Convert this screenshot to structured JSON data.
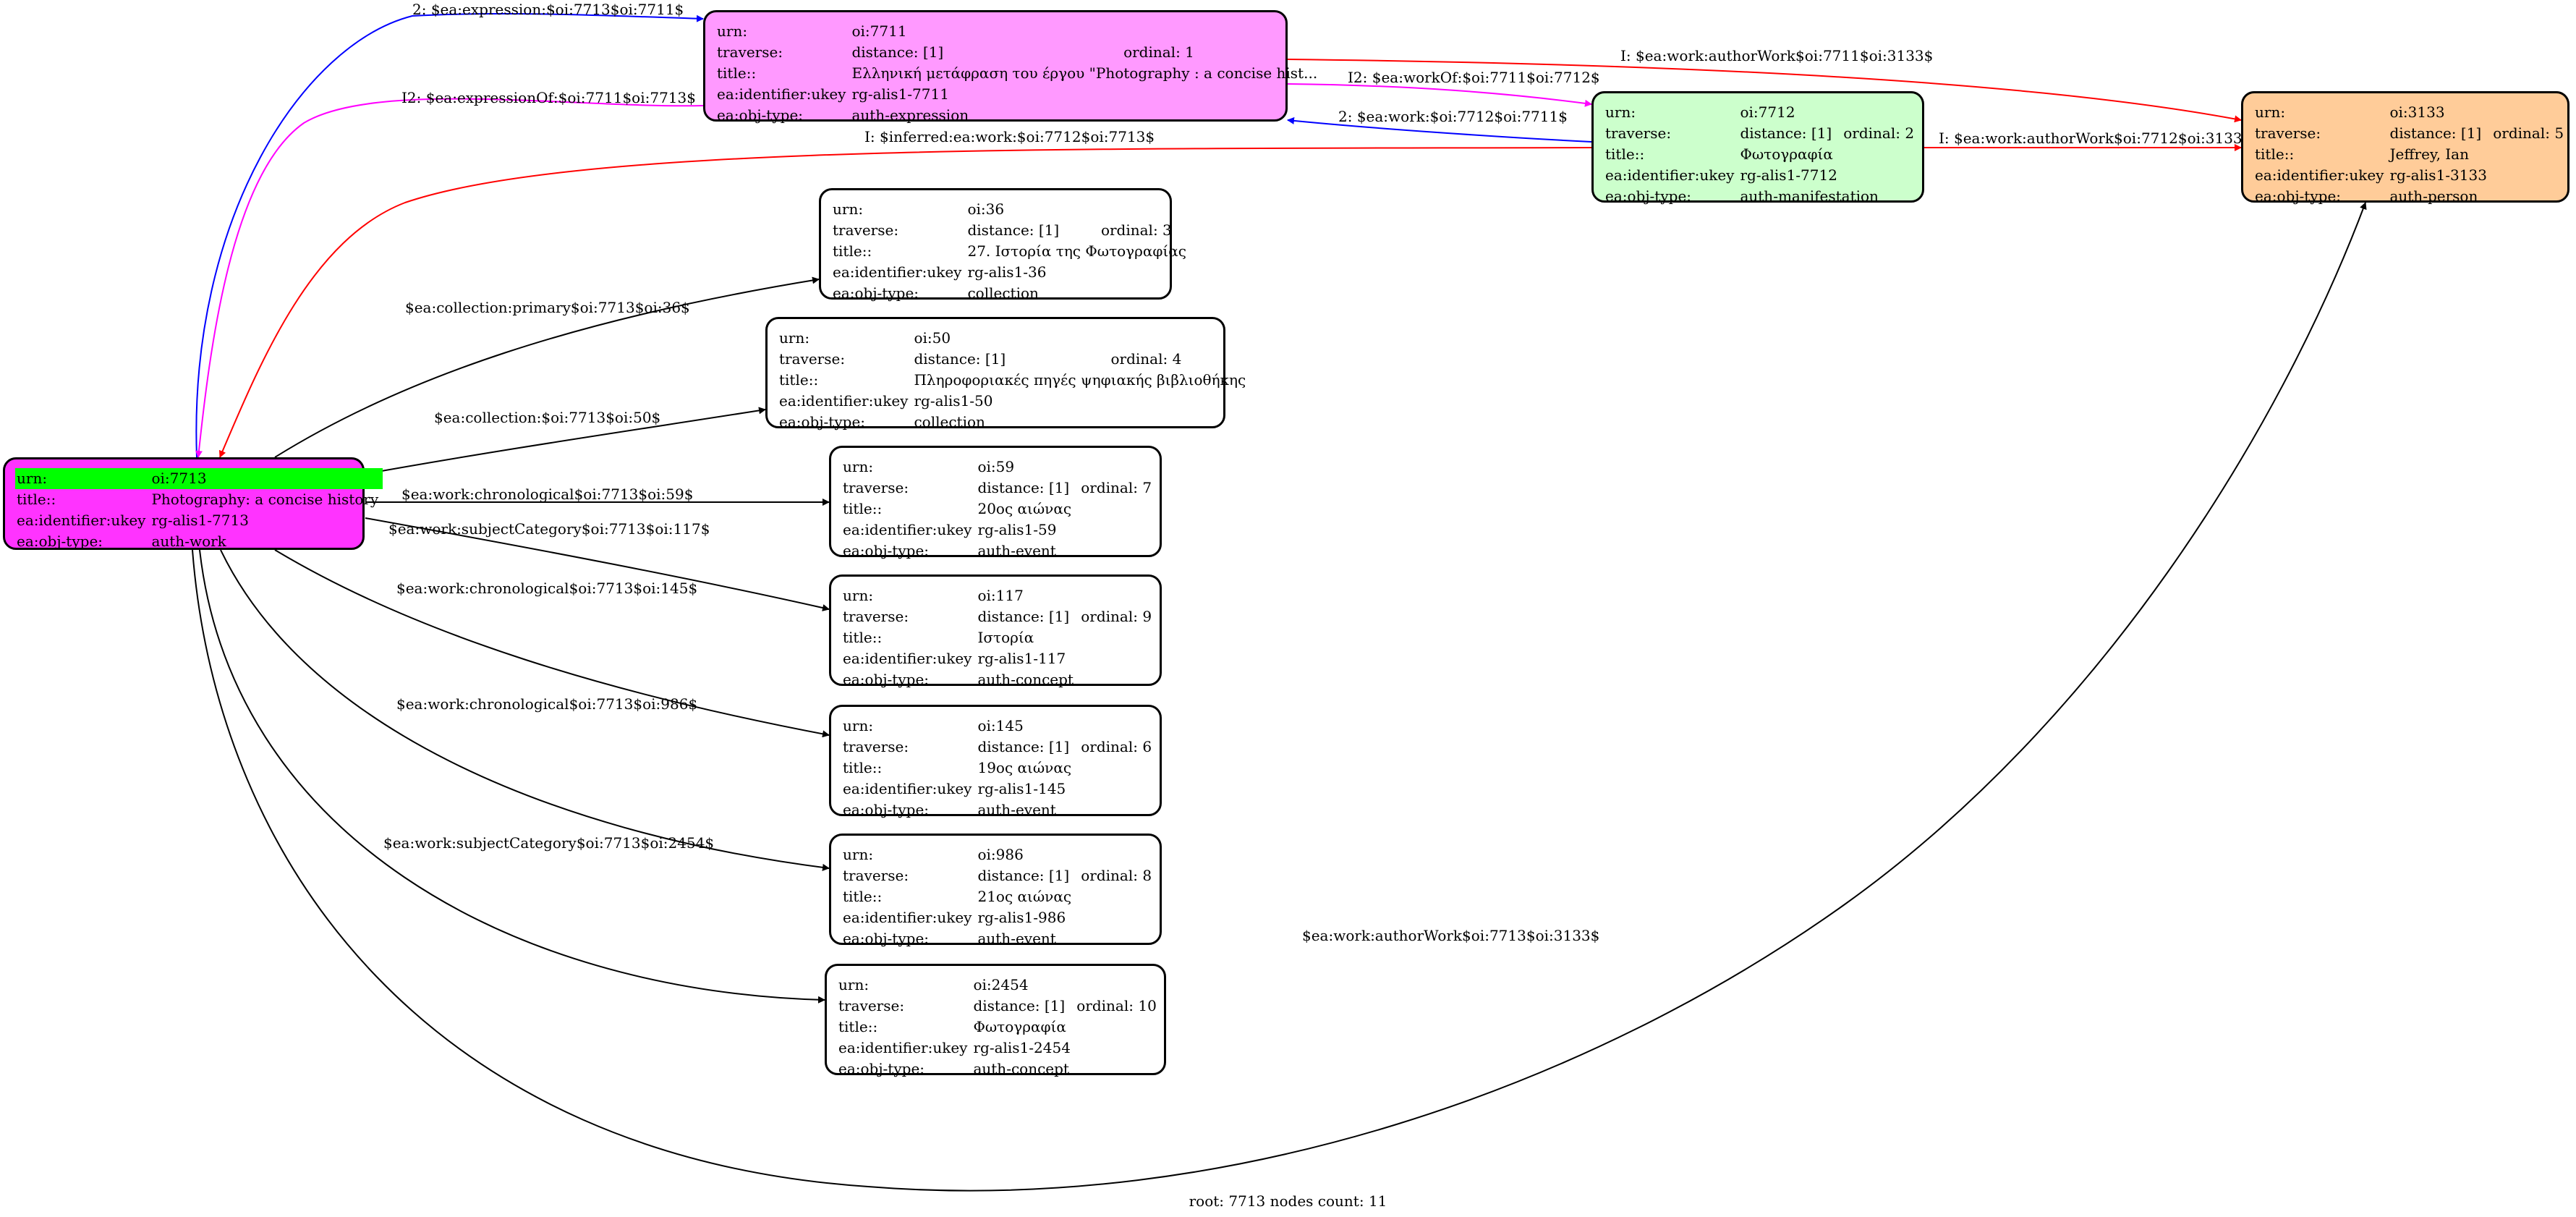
{
  "colors": {
    "work": "#ff33ff",
    "expression": "#ff99ff",
    "manifestation": "#ccffcc",
    "person": "#ffcc99",
    "default": "#ffffff",
    "highlight": "#00ff00",
    "edge_blue": "#0000ff",
    "edge_magenta": "#ff00ff",
    "edge_red": "#ff0000",
    "edge_black": "#000000"
  },
  "nodes": {
    "n7713": {
      "urn_label": "urn:",
      "urn": "oi:7713",
      "title_label": "title::",
      "title": "Photography: a concise history",
      "ukey_label": "ea:identifier:ukey",
      "ukey": "rg-alis1-7713",
      "type_label": "ea:obj-type:",
      "type": "auth-work"
    },
    "n7711": {
      "urn_label": "urn:",
      "urn": "oi:7711",
      "traverse_label": "traverse:",
      "distance": "distance: [1]",
      "ordinal": "ordinal: 1",
      "title_label": "title::",
      "title": "Ελληνική μετάφραση του έργου \"Photography : a concise hist...",
      "ukey_label": "ea:identifier:ukey",
      "ukey": "rg-alis1-7711",
      "type_label": "ea:obj-type:",
      "type": "auth-expression"
    },
    "n7712": {
      "urn_label": "urn:",
      "urn": "oi:7712",
      "traverse_label": "traverse:",
      "distance": "distance: [1]",
      "ordinal": "ordinal: 2",
      "title_label": "title::",
      "title": "Φωτογραφία",
      "ukey_label": "ea:identifier:ukey",
      "ukey": "rg-alis1-7712",
      "type_label": "ea:obj-type:",
      "type": "auth-manifestation"
    },
    "n3133": {
      "urn_label": "urn:",
      "urn": "oi:3133",
      "traverse_label": "traverse:",
      "distance": "distance: [1]",
      "ordinal": "ordinal: 5",
      "title_label": "title::",
      "title": "Jeffrey, Ian",
      "ukey_label": "ea:identifier:ukey",
      "ukey": "rg-alis1-3133",
      "type_label": "ea:obj-type:",
      "type": "auth-person"
    },
    "n36": {
      "urn_label": "urn:",
      "urn": "oi:36",
      "traverse_label": "traverse:",
      "distance": "distance: [1]",
      "ordinal": "ordinal: 3",
      "title_label": "title::",
      "title": "27. Ιστορία της Φωτογραφίας",
      "ukey_label": "ea:identifier:ukey",
      "ukey": "rg-alis1-36",
      "type_label": "ea:obj-type:",
      "type": "collection"
    },
    "n50": {
      "urn_label": "urn:",
      "urn": "oi:50",
      "traverse_label": "traverse:",
      "distance": "distance: [1]",
      "ordinal": "ordinal: 4",
      "title_label": "title::",
      "title": "Πληροφοριακές πηγές ψηφιακής βιβλιοθήκης",
      "ukey_label": "ea:identifier:ukey",
      "ukey": "rg-alis1-50",
      "type_label": "ea:obj-type:",
      "type": "collection"
    },
    "n59": {
      "urn_label": "urn:",
      "urn": "oi:59",
      "traverse_label": "traverse:",
      "distance": "distance: [1]",
      "ordinal": "ordinal: 7",
      "title_label": "title::",
      "title": "20ος αιώνας",
      "ukey_label": "ea:identifier:ukey",
      "ukey": "rg-alis1-59",
      "type_label": "ea:obj-type:",
      "type": "auth-event"
    },
    "n117": {
      "urn_label": "urn:",
      "urn": "oi:117",
      "traverse_label": "traverse:",
      "distance": "distance: [1]",
      "ordinal": "ordinal: 9",
      "title_label": "title::",
      "title": "Ιστορία",
      "ukey_label": "ea:identifier:ukey",
      "ukey": "rg-alis1-117",
      "type_label": "ea:obj-type:",
      "type": "auth-concept"
    },
    "n145": {
      "urn_label": "urn:",
      "urn": "oi:145",
      "traverse_label": "traverse:",
      "distance": "distance: [1]",
      "ordinal": "ordinal: 6",
      "title_label": "title::",
      "title": "19ος αιώνας",
      "ukey_label": "ea:identifier:ukey",
      "ukey": "rg-alis1-145",
      "type_label": "ea:obj-type:",
      "type": "auth-event"
    },
    "n986": {
      "urn_label": "urn:",
      "urn": "oi:986",
      "traverse_label": "traverse:",
      "distance": "distance: [1]",
      "ordinal": "ordinal: 8",
      "title_label": "title::",
      "title": "21ος αιώνας",
      "ukey_label": "ea:identifier:ukey",
      "ukey": "rg-alis1-986",
      "type_label": "ea:obj-type:",
      "type": "auth-event"
    },
    "n2454": {
      "urn_label": "urn:",
      "urn": "oi:2454",
      "traverse_label": "traverse:",
      "distance": "distance: [1]",
      "ordinal": "ordinal: 10",
      "title_label": "title::",
      "title": "Φωτογραφία",
      "ukey_label": "ea:identifier:ukey",
      "ukey": "rg-alis1-2454",
      "type_label": "ea:obj-type:",
      "type": "auth-concept"
    }
  },
  "edges": {
    "e_7713_7711": "2: $ea:expression:$oi:7713$oi:7711$",
    "e_7711_7713": "I2: $ea:expressionOf:$oi:7711$oi:7713$",
    "e_7711_7712": "I2: $ea:workOf:$oi:7711$oi:7712$",
    "e_7712_7711": "2: $ea:work:$oi:7712$oi:7711$",
    "e_7711_3133": "I: $ea:work:authorWork$oi:7711$oi:3133$",
    "e_7712_3133": "I: $ea:work:authorWork$oi:7712$oi:3133$",
    "e_7712_7713": "I: $inferred:ea:work:$oi:7712$oi:7713$",
    "e_7713_36": "$ea:collection:primary$oi:7713$oi:36$",
    "e_7713_50": "$ea:collection:$oi:7713$oi:50$",
    "e_7713_59": "$ea:work:chronological$oi:7713$oi:59$",
    "e_7713_117": "$ea:work:subjectCategory$oi:7713$oi:117$",
    "e_7713_145": "$ea:work:chronological$oi:7713$oi:145$",
    "e_7713_986": "$ea:work:chronological$oi:7713$oi:986$",
    "e_7713_2454": "$ea:work:subjectCategory$oi:7713$oi:2454$",
    "e_7713_3133": "$ea:work:authorWork$oi:7713$oi:3133$"
  },
  "footer": "root: 7713 nodes count: 11"
}
